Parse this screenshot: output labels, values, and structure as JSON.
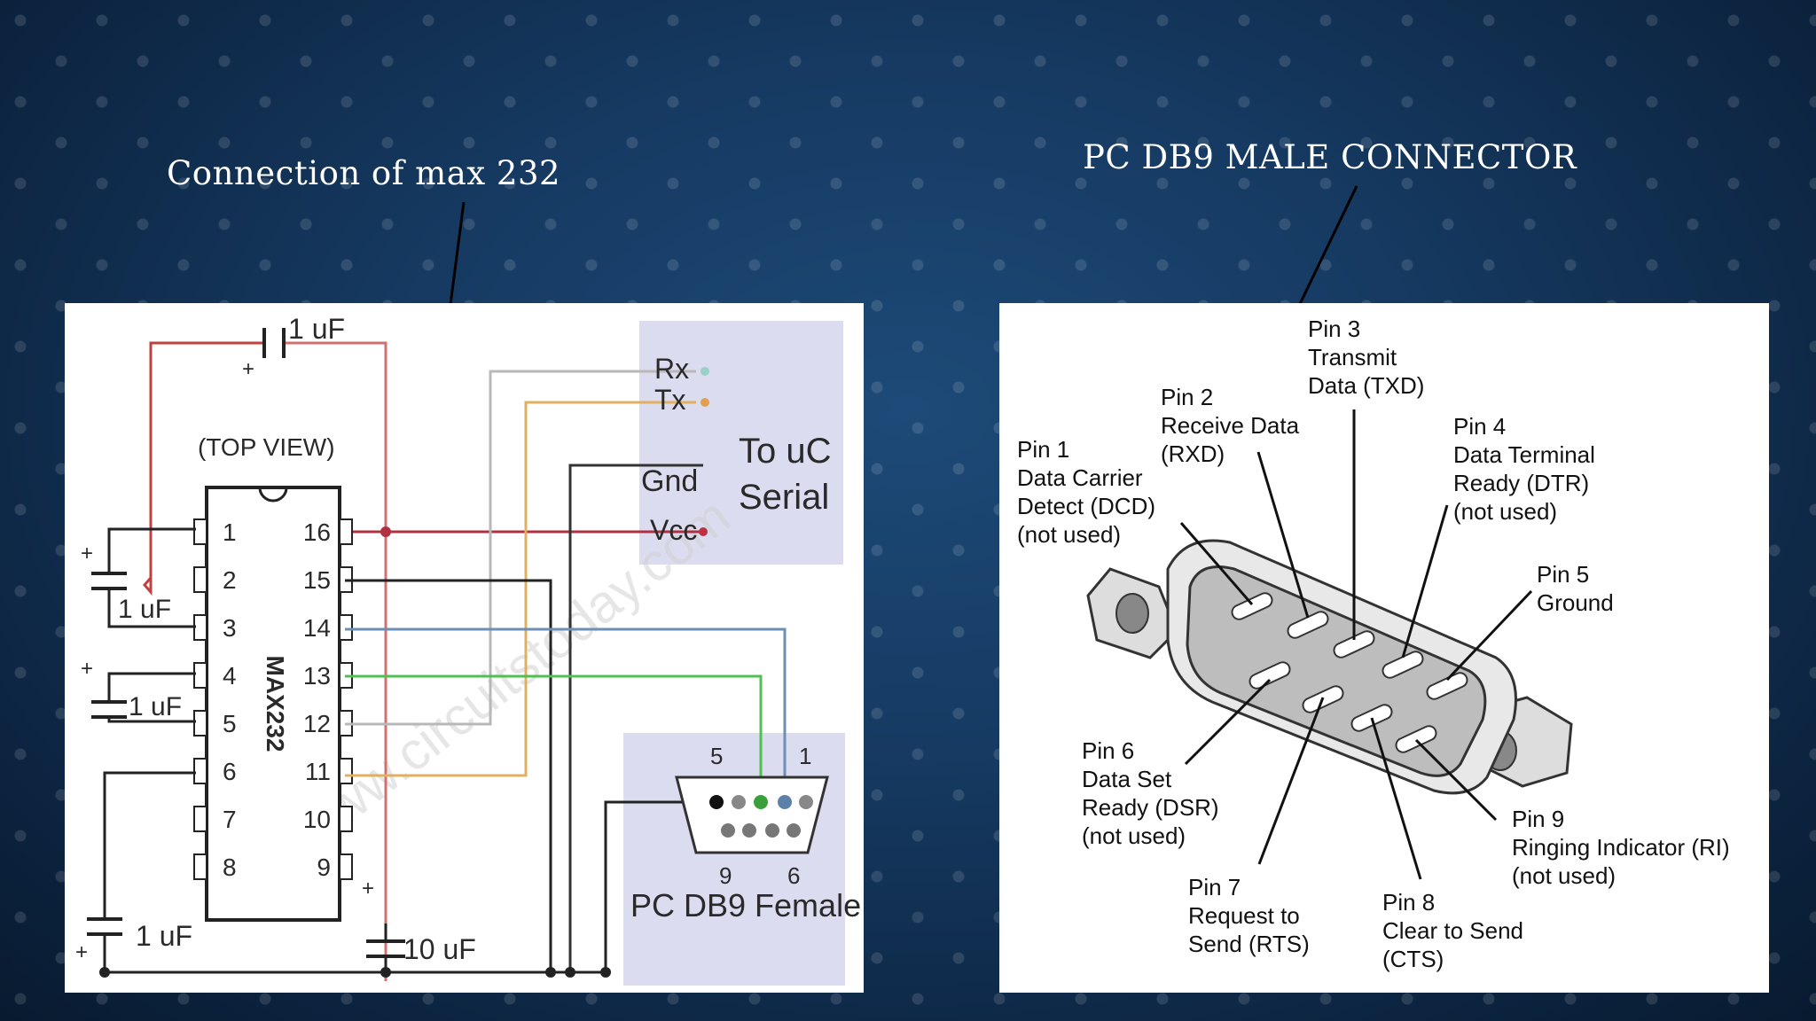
{
  "slide": {
    "left_caption": "Connection of max 232",
    "right_caption": "PC DB9 MALE CONNECTOR"
  },
  "schematic": {
    "top_view": "(TOP VIEW)",
    "chip": "MAX232",
    "cap_top": "1 uF",
    "cap_left1": "1 uF",
    "cap_left2": "1 uF",
    "cap_bottom_left": "1 uF",
    "cap_bottom_mid": "10 uF",
    "rx": "Rx",
    "tx": "Tx",
    "gnd": "Gnd",
    "vcc": "Vcc",
    "to_uc_1": "To uC",
    "to_uc_2": "Serial",
    "db9_label": "PC DB9 Female",
    "db9_pin5": "5",
    "db9_pin1": "1",
    "db9_pin9": "9",
    "db9_pin6": "6",
    "pins_left": [
      "1",
      "2",
      "3",
      "4",
      "5",
      "6",
      "7",
      "8"
    ],
    "pins_right": [
      "16",
      "15",
      "14",
      "13",
      "12",
      "11",
      "10",
      "9"
    ]
  },
  "connector": {
    "pin1": [
      "Pin 1",
      "Data Carrier",
      "Detect (DCD)",
      "(not used)"
    ],
    "pin2": [
      "Pin 2",
      "Receive Data",
      "(RXD)"
    ],
    "pin3": [
      "Pin 3",
      "Transmit",
      "Data (TXD)"
    ],
    "pin4": [
      "Pin 4",
      "Data Terminal",
      "Ready (DTR)",
      "(not used)"
    ],
    "pin5": [
      "Pin 5",
      "Ground"
    ],
    "pin6": [
      "Pin 6",
      "Data Set",
      "Ready (DSR)",
      "(not used)"
    ],
    "pin7": [
      "Pin 7",
      "Request to",
      "Send (RTS)"
    ],
    "pin8": [
      "Pin 8",
      "Clear to Send",
      "(CTS)"
    ],
    "pin9": [
      "Pin 9",
      "Ringing Indicator (RI)",
      "(not used)"
    ]
  }
}
